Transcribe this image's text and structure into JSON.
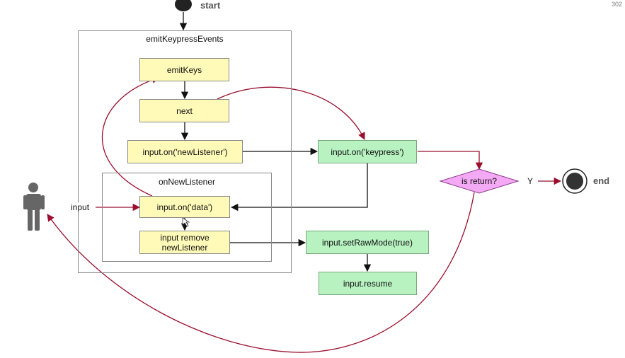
{
  "page_number": "302",
  "nodes": {
    "start": "start",
    "end": "end",
    "emit_keypress_events": "emitKeypressEvents",
    "emit_keys": "emitKeys",
    "next": "next",
    "input_on_new_listener": "input.on('newListener')",
    "on_new_listener": "onNewListener",
    "input_on_data": "input.on('data')",
    "input_remove_new_listener": "input remove\nnewListener",
    "input_on_keypress": "input.on('keypress')",
    "set_raw_mode": "input.setRawMode(true)",
    "input_resume": "input.resume",
    "is_return": "is return?",
    "yes_label": "Y",
    "input_label": "input"
  },
  "colors": {
    "process_fill": "#fffab8",
    "event_fill": "#b7f2c0",
    "decision_fill": "#f4a9f4",
    "flow_arrow": "#111111",
    "event_arrow": "#9b0f2e",
    "actor": "#666666"
  }
}
